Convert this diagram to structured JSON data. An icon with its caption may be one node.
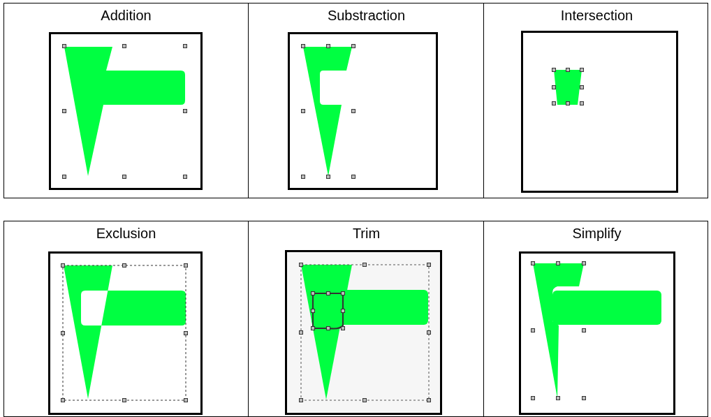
{
  "diagram": {
    "labels": [
      "Addition",
      "Substraction",
      "Intersection",
      "Exclusion",
      "Trim",
      "Simplify"
    ]
  }
}
